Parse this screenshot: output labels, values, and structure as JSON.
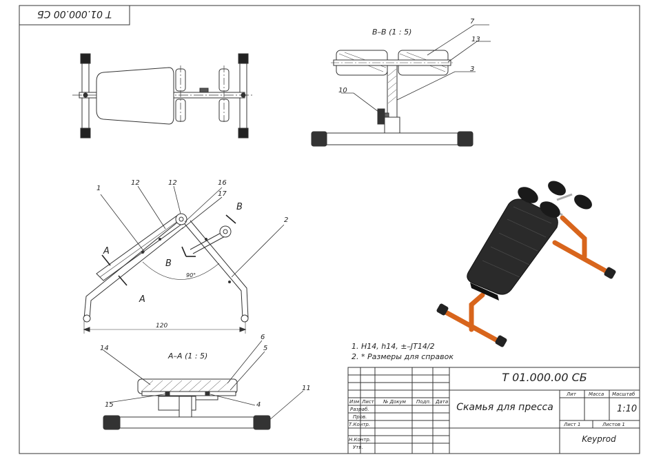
{
  "stamp": {
    "rotated_code": "T 01.000.00 СБ"
  },
  "sections": {
    "bb_label": "B–B  (1 : 5)",
    "aa_label": "A–A  (1 : 5)"
  },
  "view_labels": {
    "A": "A",
    "B": "B",
    "angle": "90°",
    "dimension": "120"
  },
  "leaders": {
    "top": [
      "7",
      "13",
      "3",
      "10"
    ],
    "side": [
      "1",
      "12",
      "12",
      "16",
      "17",
      "2"
    ],
    "bottom": [
      "14",
      "6",
      "5",
      "15",
      "4",
      "11"
    ]
  },
  "notes": [
    "1. H14, h14, ±–JT14/2",
    "2. * Размеры для справок"
  ],
  "title_block": {
    "code": "T 01.000.00 СБ",
    "title": "Скамья для пресса",
    "company": "Keyprod",
    "headers": [
      "Изм",
      "Лист",
      "№ Докум",
      "Подп.",
      "Дата"
    ],
    "roles": [
      "Разраб.",
      "Пров.",
      "Т.Контр.",
      "Н.Контр.",
      "Утв."
    ],
    "lit_label": "Лит",
    "mass_label": "Масса",
    "scale_label": "Масштаб",
    "scale_value": "1:10",
    "sheet_label": "Лист 1",
    "sheets_label": "Листов 1"
  }
}
